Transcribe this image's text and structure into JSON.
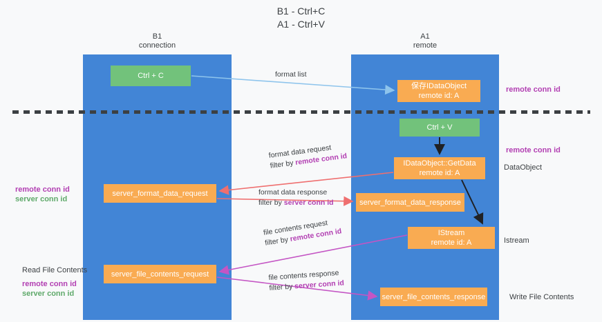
{
  "title": {
    "line1": "B1 - Ctrl+C",
    "line2": "A1 - Ctrl+V"
  },
  "lanes": [
    {
      "id": "b1",
      "name": "B1",
      "role": "connection"
    },
    {
      "id": "a1",
      "name": "A1",
      "role": "remote"
    }
  ],
  "nodes": {
    "ctrl_c": {
      "label": "Ctrl + C",
      "color": "#72c27b"
    },
    "save_idataobject": {
      "label": "保存IDataObject",
      "sub": "remote id: A",
      "color": "#f9ab52"
    },
    "ctrl_v": {
      "label": "Ctrl + V",
      "color": "#72c27b"
    },
    "getdata": {
      "label": "IDataObject::GetData",
      "sub": "remote id: A",
      "color": "#f9ab52"
    },
    "server_format_data_request": {
      "label": "server_format_data_request",
      "color": "#f9ab52"
    },
    "server_format_data_response": {
      "label": "server_format_data_response",
      "color": "#f9ab52"
    },
    "istream": {
      "label": "IStream",
      "sub": "remote id: A",
      "color": "#f9ab52"
    },
    "server_file_contents_request": {
      "label": "server_file_contents_request",
      "color": "#f9ab52"
    },
    "server_file_contents_response": {
      "label": "server_file_contents_response",
      "color": "#f9ab52"
    }
  },
  "edges": {
    "format_list": {
      "text": "format list",
      "color": "#a8d0f0"
    },
    "format_data_request": {
      "text1": "format data request",
      "text2_prefix": "filter by ",
      "text2_key": "remote conn id",
      "color": "#ef6f6f"
    },
    "format_data_response": {
      "text1": "format data response",
      "text2_prefix": "filter by ",
      "text2_key": "server conn id",
      "color": "#ef6f6f"
    },
    "file_contents_request": {
      "text1": "file contents request",
      "text2_prefix": "filter by ",
      "text2_key": "remote conn id",
      "color": "#c455c4"
    },
    "file_contents_response": {
      "text1": "file contents response",
      "text2_prefix": "filter by ",
      "text2_key": "server conn id",
      "color": "#c455c4"
    }
  },
  "side_labels": {
    "remote_conn_id_top": "remote conn id",
    "remote_conn_id_mid": "remote conn id",
    "dataobject": "DataObject",
    "istream": "Istream",
    "write_file_contents": "Write File Contents",
    "read_file_contents": "Read File Contents",
    "remote_conn_id": "remote conn id",
    "server_conn_id": "server conn id"
  },
  "colors": {
    "lane": "#4285d6",
    "green_node": "#72c27b",
    "orange_node": "#f9ab52",
    "purple_text": "#b23fb2",
    "green_text": "#5fa96a",
    "red_arrow": "#ef6f6f",
    "magenta_arrow": "#c455c4",
    "light_blue_arrow": "#a8d0f0",
    "black_arrow": "#202124",
    "background": "#f8f9fa",
    "text": "#3c4043"
  }
}
